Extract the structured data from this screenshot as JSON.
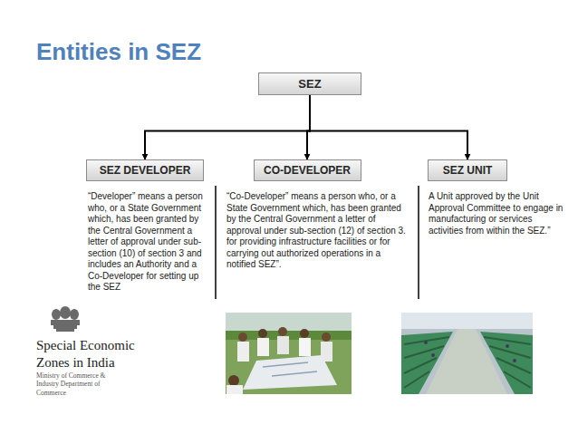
{
  "diagram": {
    "title": "Entities in SEZ",
    "nodes": [
      {
        "text": [
          "SEZ"
        ]
      },
      {
        "text": [
          "SEZ DEVELOPER"
        ]
      },
      {
        "text": [
          "CO-DEVELOPER"
        ]
      },
      {
        "text": [
          "SEZ UNIT"
        ]
      }
    ],
    "edges": [
      {
        "from": 0,
        "to": 1,
        "arrow": "to"
      },
      {
        "from": 0,
        "to": 2,
        "arrow": "to"
      },
      {
        "from": 0,
        "to": 3,
        "arrow": "to"
      }
    ],
    "labels": [
      "“Developer” means a person who, or a State Government which, has been granted by the Central Government a letter of approval under sub-section (10) of section 3 and includes an Authority and a Co-Developer for setting up the SEZ",
      "“Co-Developer” means a person who, or a State Government which, has been granted by the Central Government a letter of approval under sub-section (12) of section 3. for providing infrastructure facilities or for carrying out authorized operations in a notified SEZ”.",
      "A Unit approved by the Unit Approval Committee to engage in manufacturing or services activities from within the SEZ.”",
      "Special Economic Zones in India",
      "Ministry of Commerce & Industry Department of Commerce"
    ]
  }
}
